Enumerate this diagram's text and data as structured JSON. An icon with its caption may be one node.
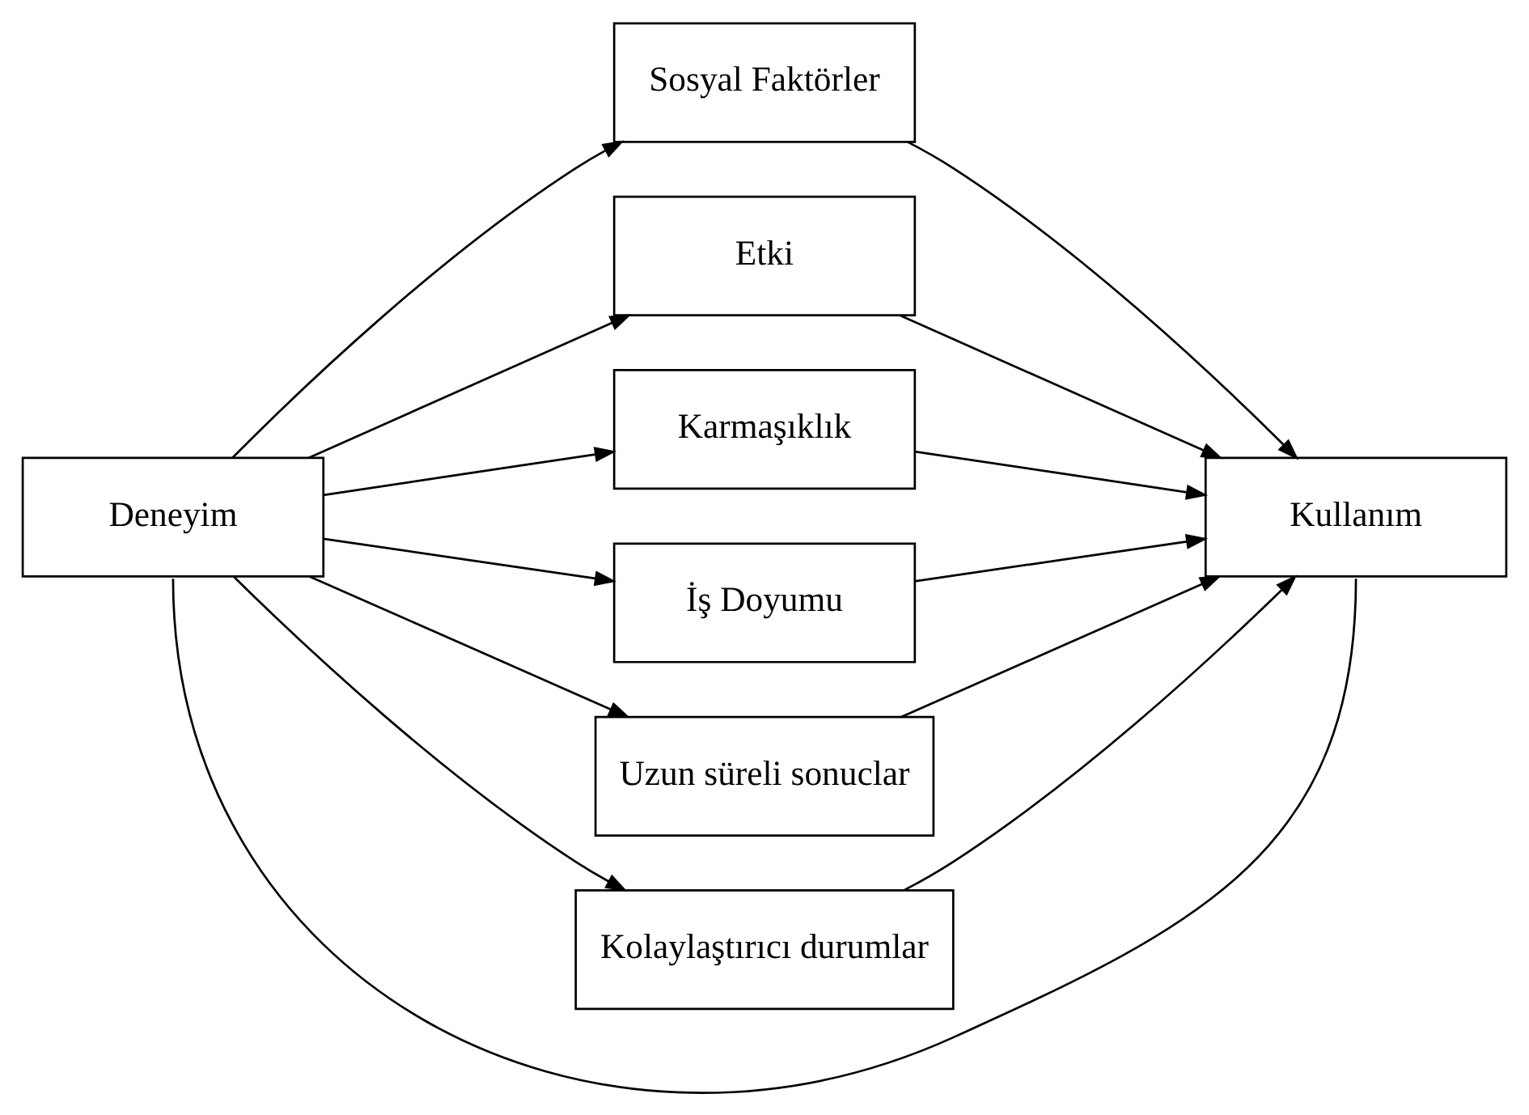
{
  "diagram": {
    "nodes": [
      {
        "text": [
          "Deneyim"
        ]
      },
      {
        "text": [
          "Sosyal Faktörler"
        ]
      },
      {
        "text": [
          "Etki"
        ]
      },
      {
        "text": [
          "Karmaşıklık"
        ]
      },
      {
        "text": [
          "İş Doyumu"
        ]
      },
      {
        "text": [
          "Uzun süreli sonuclar"
        ]
      },
      {
        "text": [
          "Kolaylaştırıcı durumlar"
        ]
      },
      {
        "text": [
          "Kullanım"
        ]
      }
    ],
    "edges": [
      {
        "from": 0,
        "to": 1,
        "arrow": "to"
      },
      {
        "from": 0,
        "to": 2,
        "arrow": "to"
      },
      {
        "from": 0,
        "to": 3,
        "arrow": "to"
      },
      {
        "from": 0,
        "to": 4,
        "arrow": "to"
      },
      {
        "from": 0,
        "to": 5,
        "arrow": "to"
      },
      {
        "from": 0,
        "to": 6,
        "arrow": "to"
      },
      {
        "from": 1,
        "to": 7,
        "arrow": "to"
      },
      {
        "from": 2,
        "to": 7,
        "arrow": "to"
      },
      {
        "from": 3,
        "to": 7,
        "arrow": "to"
      },
      {
        "from": 4,
        "to": 7,
        "arrow": "to"
      },
      {
        "from": 5,
        "to": 7,
        "arrow": "to"
      },
      {
        "from": 6,
        "to": 7,
        "arrow": "to"
      },
      {
        "from": 0,
        "to": 7,
        "arrow": "none"
      }
    ]
  }
}
